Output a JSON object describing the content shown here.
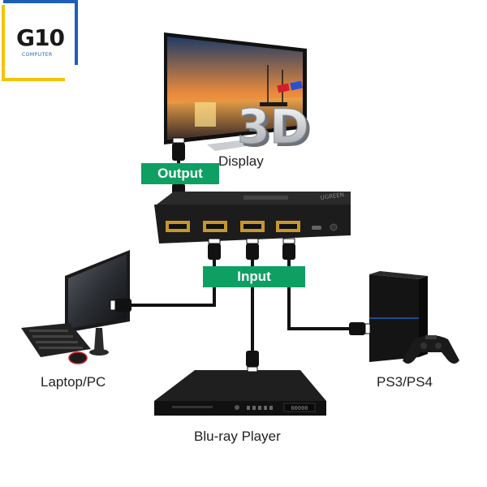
{
  "logo": {
    "text": "G10",
    "subtitle": "COMPUTER",
    "colors": {
      "blue": "#1d5fb8",
      "yellow": "#f5c400"
    }
  },
  "labels": {
    "display": "Display",
    "output": "Output",
    "input": "Input",
    "laptop_pc": "Laptop/PC",
    "ps3_ps4": "PS3/PS4",
    "bluray": "Blu-ray Player"
  },
  "tv_overlay": {
    "text": "3D"
  },
  "switch": {
    "brand": "UGREEN",
    "port_count": 4
  },
  "bluray_display": {
    "text": "00000"
  },
  "colors": {
    "badge_green": "#0e9f63",
    "port_gold": "#c8962e",
    "device_black": "#1c1c1c",
    "cable_black": "#111111"
  }
}
